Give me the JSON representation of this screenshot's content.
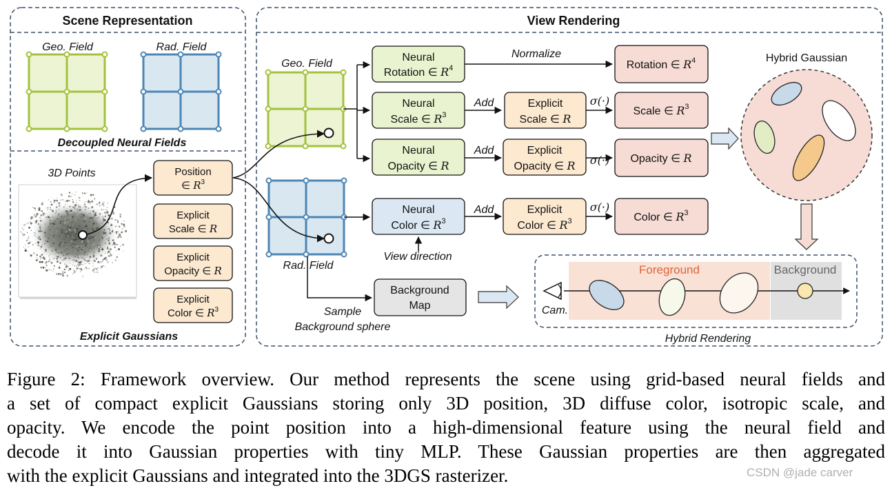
{
  "colors": {
    "geo_fill": "#ecf4d3",
    "geo_stroke": "#a3c13e",
    "rad_fill": "#d9e7f1",
    "rad_stroke": "#4c85b4",
    "explicit_fill": "#fce9d0",
    "neural_green": "#eaf3cf",
    "neural_blue": "#dbe8f3",
    "output_fill": "#f7dcd5",
    "gray_fill": "#e5e5e5",
    "foreground_band": "#f9e1d6",
    "background_band": "#e0e0e0",
    "foreground_text": "#e0643a",
    "background_text": "#666666",
    "dash": "#3b4f68"
  },
  "scene": {
    "title": "Scene Representation",
    "geo_label": "Geo.  Field",
    "rad_label": "Rad. Field",
    "decoupled_label": "Decoupled Neural Fields",
    "points_label": "3D Points",
    "explicit_label": "Explicit Gaussians",
    "position_box": {
      "line1": "Position",
      "line2_prefix": "∈ ",
      "line2_math": "R",
      "line2_sup": "3"
    },
    "explicit_boxes": [
      {
        "line1": "Explicit",
        "line2_prefix": "Scale ∈ ",
        "math": "R",
        "sup": ""
      },
      {
        "line1": "Explicit",
        "line2_prefix": "Opacity ∈ ",
        "math": "R",
        "sup": ""
      },
      {
        "line1": "Explicit",
        "line2_prefix": "Color ∈ ",
        "math": "R",
        "sup": "3"
      }
    ]
  },
  "view": {
    "title": "View Rendering",
    "geo_label": "Geo.  Field",
    "rad_label": "Rad. Field",
    "neural_rotation": {
      "line1": "Neural",
      "line2_prefix": "Rotation ∈ ",
      "math": "R",
      "sup": "4"
    },
    "neural_scale": {
      "line1": "Neural",
      "line2_prefix": "Scale ∈ ",
      "math": "R",
      "sup": "3"
    },
    "neural_opacity": {
      "line1": "Neural",
      "line2_prefix": "Opacity ∈ ",
      "math": "R",
      "sup": ""
    },
    "neural_color": {
      "line1": "Neural",
      "line2_prefix": "Color ∈ ",
      "math": "R",
      "sup": "3"
    },
    "explicit_scale": {
      "line1": "Explicit",
      "line2_prefix": "Scale ∈ ",
      "math": "R",
      "sup": ""
    },
    "explicit_opacity": {
      "line1": "Explicit",
      "line2_prefix": "Opacity ∈ ",
      "math": "R",
      "sup": ""
    },
    "explicit_color": {
      "line1": "Explicit",
      "line2_prefix": "Color ∈ ",
      "math": "R",
      "sup": "3"
    },
    "out_rotation": {
      "prefix": "Rotation ∈ ",
      "math": "R",
      "sup": "4"
    },
    "out_scale": {
      "prefix": "Scale ∈ ",
      "math": "R",
      "sup": "3"
    },
    "out_opacity": {
      "prefix": "Opacity ∈ ",
      "math": "R",
      "sup": ""
    },
    "out_color": {
      "prefix": "Color ∈ ",
      "math": "R",
      "sup": "3"
    },
    "normalize": "Normalize",
    "add": "Add",
    "sigma": "σ(·)",
    "view_direction": "View direction",
    "background_map": {
      "line1": "Background",
      "line2": "Map"
    },
    "sample": "Sample",
    "background_sphere": "Background sphere",
    "hybrid_gaussian": "Hybrid Gaussian",
    "foreground": "Foreground",
    "background": "Background",
    "cam": "Cam.",
    "hybrid_rendering": "Hybrid Rendering"
  },
  "caption": {
    "lines": [
      "Figure 2: Framework overview. Our method represents the scene using grid-based neural fields and",
      "a set of compact explicit Gaussians storing only 3D position, 3D diffuse color, isotropic scale, and",
      "opacity.  We encode the point position into a high-dimensional feature using the neural field and",
      "decode it into Gaussian properties with tiny MLP. These Gaussian properties are then aggregated",
      "with the explicit Gaussians and integrated into the 3DGS rasterizer."
    ]
  },
  "watermark": "CSDN @jade carver"
}
